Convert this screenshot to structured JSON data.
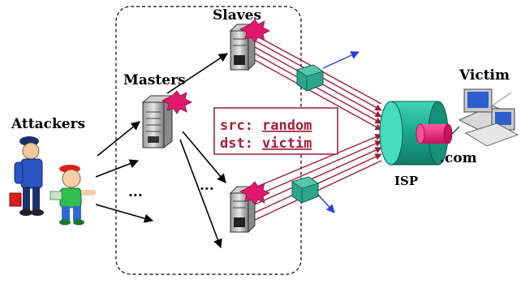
{
  "labels": {
    "attackers": "Attackers",
    "masters": "Masters",
    "slaves": "Slaves",
    "victim": "Victim",
    "isp": "ISP",
    "domain": ".com",
    "ellipsis_masters": "...",
    "ellipsis_slaves": "..."
  },
  "packet": {
    "src_key": "src:",
    "src_val": "random",
    "dst_key": "dst:",
    "dst_val": "victim"
  },
  "colors": {
    "attack_lines": "#a31d3a",
    "router": "#2ea58a",
    "isp_cylinder": "#21b39a",
    "victim_link": "#e0186c",
    "scatter_arrows": "#2a3fd6",
    "alert_burst": "#e0186c",
    "box_border": "#9c1c39"
  },
  "icons": {
    "attackers": "people-icon",
    "master": "server-icon",
    "slave": "server-icon",
    "router": "router-icon",
    "victim": "computer-icon"
  }
}
